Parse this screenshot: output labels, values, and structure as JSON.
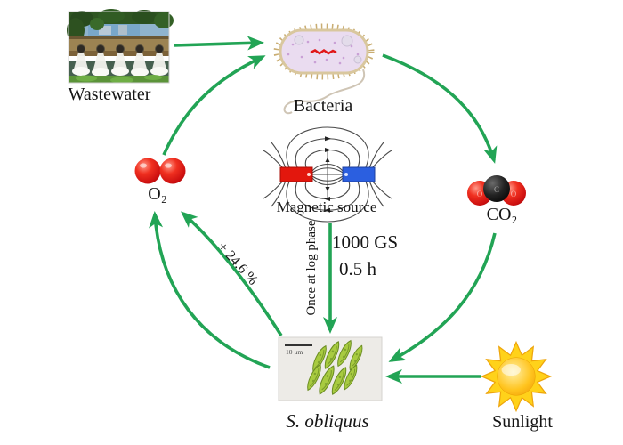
{
  "figure": {
    "type": "cycle-diagram",
    "background": "#ffffff",
    "arrow_color": "#22a455"
  },
  "nodes": {
    "wastewater": {
      "label": "Wastewater"
    },
    "bacteria": {
      "label": "Bacteria"
    },
    "co2": {
      "label": "CO₂",
      "oxygen_letter": "O",
      "carbon_letter": "C"
    },
    "o2": {
      "label": "O₂"
    },
    "magnetic_source": {
      "label": "Magnetic source",
      "pole_colors": {
        "left": "#e3170d",
        "right": "#2b5fe0"
      }
    },
    "algae": {
      "label": "S. obliquus",
      "scale_bar": "10 μm"
    },
    "sunlight": {
      "label": "Sunlight",
      "color": "#ffd21a"
    }
  },
  "annotations": {
    "field_strength": "1000 GS",
    "exposure_time": "0.5 h",
    "application_timing": "Once at log phase",
    "oxygen_increase": "+ 24.6 %"
  },
  "molecule_colors": {
    "oxygen_sphere": "#d90f0f",
    "carbon_sphere": "#111111"
  }
}
